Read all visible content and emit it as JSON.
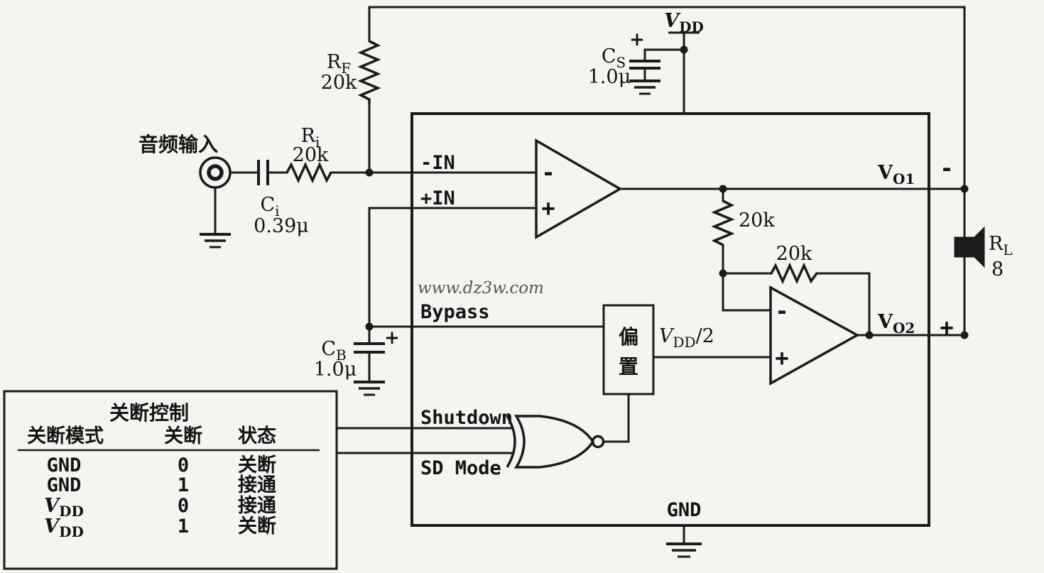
{
  "watermark": "www.dz3w.com",
  "labels": {
    "audio_input": "音频输入"
  },
  "components": {
    "rf": {
      "name": "R",
      "sub": "F",
      "value": "20k"
    },
    "ri": {
      "name": "R",
      "sub": "i",
      "value": "20k"
    },
    "ci": {
      "name": "C",
      "sub": "i",
      "value": "0.39μ"
    },
    "cs": {
      "name": "C",
      "sub": "S",
      "value": "1.0μ",
      "polarity": "+"
    },
    "cb": {
      "name": "C",
      "sub": "B",
      "value": "1.0μ",
      "polarity": "+"
    },
    "r1": {
      "value": "20k"
    },
    "r2": {
      "value": "20k"
    },
    "rl": {
      "name": "R",
      "sub": "L",
      "value": "8"
    }
  },
  "power": {
    "vdd": {
      "main": "V",
      "sub": "DD"
    },
    "vdd_half": {
      "main": "V",
      "sub": "DD",
      "suffix": "/2"
    }
  },
  "pins": {
    "neg_in": "-IN",
    "pos_in": "+IN",
    "bypass": "Bypass",
    "shutdown": "Shutdown",
    "sd_mode": "SD Mode",
    "gnd": "GND"
  },
  "outputs": {
    "vo1": {
      "main": "V",
      "sub": "O1",
      "sign": "-"
    },
    "vo2": {
      "main": "V",
      "sub": "O2",
      "sign": "+"
    }
  },
  "opamp": {
    "minus": "-",
    "plus": "+"
  },
  "bias": {
    "char1": "偏",
    "char2": "置"
  },
  "table": {
    "title": "关断控制",
    "headers": [
      "关断模式",
      "关断",
      "状态"
    ],
    "rows": [
      {
        "mode": "GND",
        "mode_sub": "",
        "sd": "0",
        "state": "关断"
      },
      {
        "mode": "GND",
        "mode_sub": "",
        "sd": "1",
        "state": "接通"
      },
      {
        "mode": "V",
        "mode_sub": "DD",
        "sd": "0",
        "state": "接通"
      },
      {
        "mode": "V",
        "mode_sub": "DD",
        "sd": "1",
        "state": "关断"
      }
    ]
  }
}
